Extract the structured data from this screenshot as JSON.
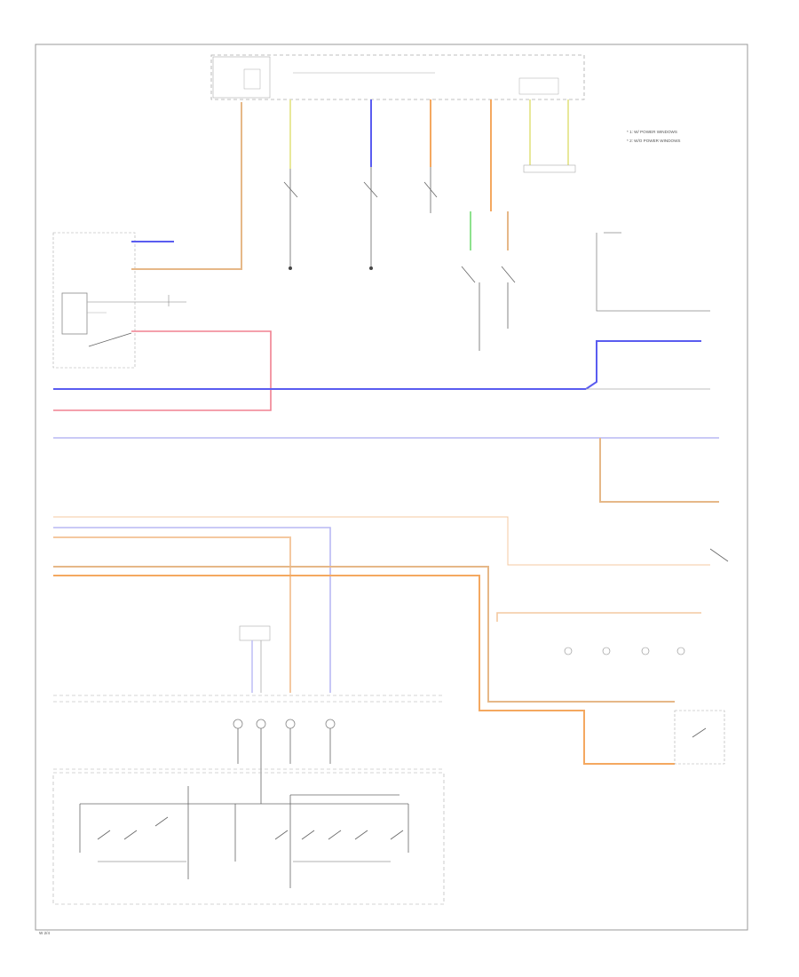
{
  "colors": {
    "blue": "#5a5cf0",
    "light_blue": "#b8b8f4",
    "orange": "#f4a860",
    "tan": "#e6b888",
    "red": "#f08090",
    "green": "#8ee28e",
    "yellow": "#e8e89a",
    "black": "#333333",
    "gray": "#999999"
  },
  "labels": {
    "note_1": "* 1: W/ POWER WINDOWS",
    "note_2": "* 2: W/O POWER WINDOWS",
    "footer_code": "W 2/4"
  }
}
